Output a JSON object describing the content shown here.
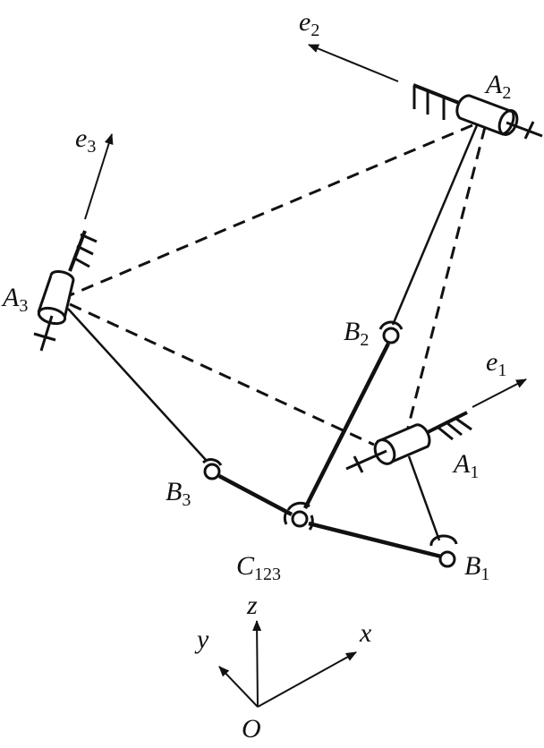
{
  "labels": {
    "e1": {
      "main": "e",
      "sub": "1"
    },
    "e2": {
      "main": "e",
      "sub": "2"
    },
    "e3": {
      "main": "e",
      "sub": "3"
    },
    "A1": {
      "main": "A",
      "sub": "1"
    },
    "A2": {
      "main": "A",
      "sub": "2"
    },
    "A3": {
      "main": "A",
      "sub": "3"
    },
    "B1": {
      "main": "B",
      "sub": "1"
    },
    "B2": {
      "main": "B",
      "sub": "2"
    },
    "B3": {
      "main": "B",
      "sub": "3"
    },
    "C123": {
      "main": "C",
      "sub": "123"
    },
    "x": "x",
    "y": "y",
    "z": "z",
    "O": "O"
  },
  "colors": {
    "ink": "#111111",
    "background": "#ffffff"
  }
}
